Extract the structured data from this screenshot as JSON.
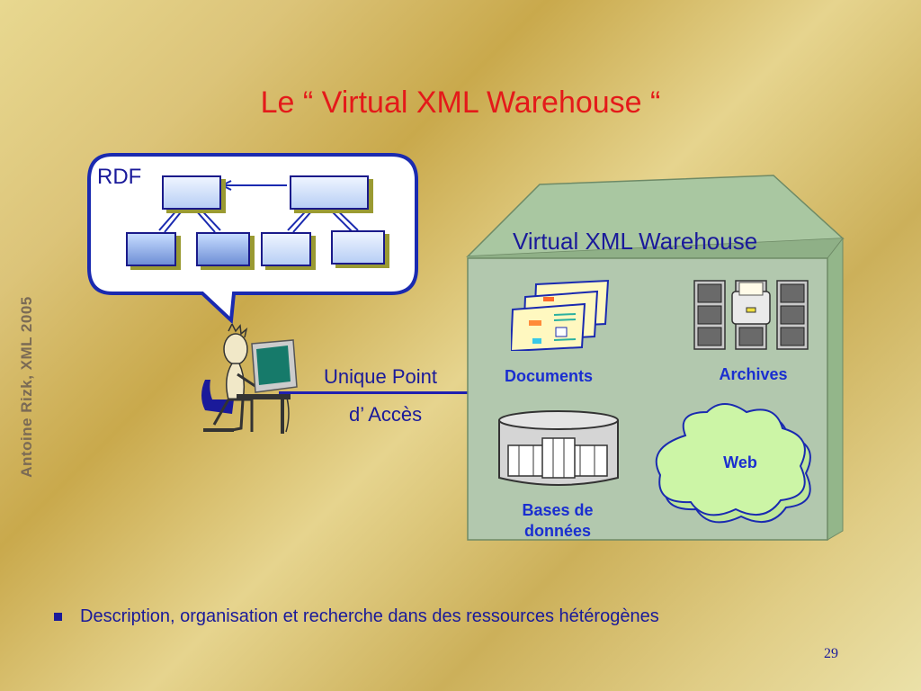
{
  "slide": {
    "title": "Le “ Virtual XML Warehouse “",
    "side_credit": "Antoine Rizk, XML 2005",
    "page_number": "29"
  },
  "rdf_bubble": {
    "label": "RDF"
  },
  "access": {
    "line1": "Unique Point",
    "line2": "d’ Accès"
  },
  "warehouse": {
    "title": "Virtual XML Warehouse",
    "documents_label": "Documents",
    "archives_label": "Archives",
    "databases_label_line1": "Bases de",
    "databases_label_line2": "données",
    "web_label": "Web"
  },
  "bullet": {
    "text": "Description, organisation et recherche dans des ressources hétérogènes"
  },
  "colors": {
    "title_red": "#e41a1a",
    "text_blue": "#1a1a9a",
    "warehouse_green": "#a8c4a0",
    "cloud_green": "#ccf5a6"
  }
}
